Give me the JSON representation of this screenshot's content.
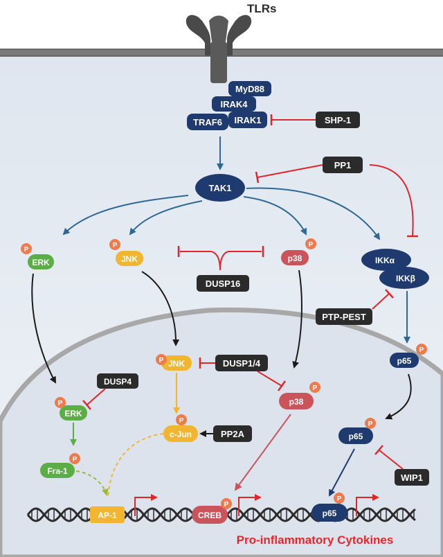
{
  "receptor": {
    "label": "TLRs"
  },
  "proteins": {
    "myd88": "MyD88",
    "irak4": "IRAK4",
    "irak1": "IRAK1",
    "traf6": "TRAF6",
    "tak1": "TAK1",
    "erk": "ERK",
    "jnk": "JNK",
    "p38": "p38",
    "ikka": "IKKα",
    "ikkb": "IKKβ",
    "p65": "p65",
    "cjun": "c-Jun",
    "fra1": "Fra-1",
    "ap1": "AP-1",
    "creb": "CREB"
  },
  "phosphatases": {
    "shp1": "SHP-1",
    "pp1": "PP1",
    "dusp16": "DUSP16",
    "ptppest": "PTP-PEST",
    "dusp14": "DUSP1/4",
    "dusp4": "DUSP4",
    "pp2a": "PP2A",
    "wip1": "WIP1"
  },
  "phospho_mark": "P",
  "output_label": "Pro-inflammatory Cytokines",
  "colors": {
    "navy": "#1f3a6e",
    "erk_green": "#5aae45",
    "jnk_yellow": "#f2b531",
    "p38_red": "#c9545b",
    "phospho_orange": "#ec7b4e",
    "inhibit_red": "#e0262a",
    "activate_blue": "#2f6795",
    "label_box": "#2b2b2b",
    "output_red": "#e3272b",
    "cell_bg": "#e9eef4",
    "nucleus_bg": "#dfe5ee"
  }
}
